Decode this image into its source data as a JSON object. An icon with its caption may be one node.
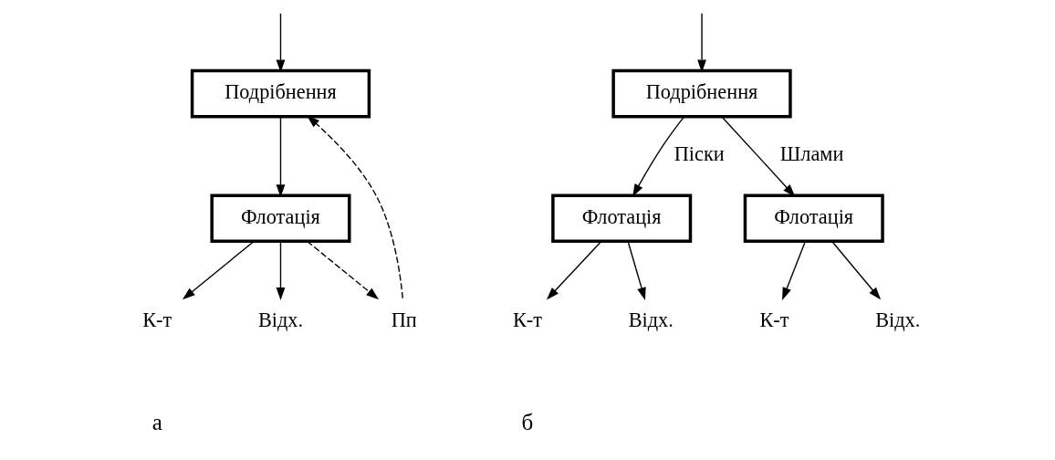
{
  "diagram": {
    "nodes": [
      {
        "text": [
          "Подрібнення"
        ]
      },
      {
        "text": [
          "Флотація"
        ]
      },
      {
        "text": [
          "К-т"
        ]
      },
      {
        "text": [
          "Відх."
        ]
      },
      {
        "text": [
          "Пп"
        ]
      },
      {
        "text": [
          "Подрібнення"
        ]
      },
      {
        "text": [
          "Флотація"
        ]
      },
      {
        "text": [
          "Флотація"
        ]
      },
      {
        "text": [
          "К-т"
        ]
      },
      {
        "text": [
          "Відх."
        ]
      },
      {
        "text": [
          "К-т"
        ]
      },
      {
        "text": [
          "Відх."
        ]
      }
    ],
    "edges": [
      {
        "from": null,
        "to": 0,
        "arrow": "to"
      },
      {
        "from": 0,
        "to": 1,
        "arrow": "to"
      },
      {
        "from": 1,
        "to": 2,
        "arrow": "to"
      },
      {
        "from": 1,
        "to": 3,
        "arrow": "to"
      },
      {
        "from": 1,
        "to": 4,
        "arrow": "to",
        "style": "dashed"
      },
      {
        "from": 4,
        "to": 0,
        "arrow": "to",
        "style": "dashed"
      },
      {
        "from": null,
        "to": 5,
        "arrow": "to"
      },
      {
        "from": 5,
        "to": 6,
        "arrow": "to",
        "label": "Піски"
      },
      {
        "from": 5,
        "to": 7,
        "arrow": "to",
        "label": "Шлами"
      },
      {
        "from": 6,
        "to": 8,
        "arrow": "to"
      },
      {
        "from": 6,
        "to": 9,
        "arrow": "to"
      },
      {
        "from": 7,
        "to": 10,
        "arrow": "to"
      },
      {
        "from": 7,
        "to": 11,
        "arrow": "to"
      }
    ],
    "labels": [
      "а",
      "б"
    ]
  }
}
